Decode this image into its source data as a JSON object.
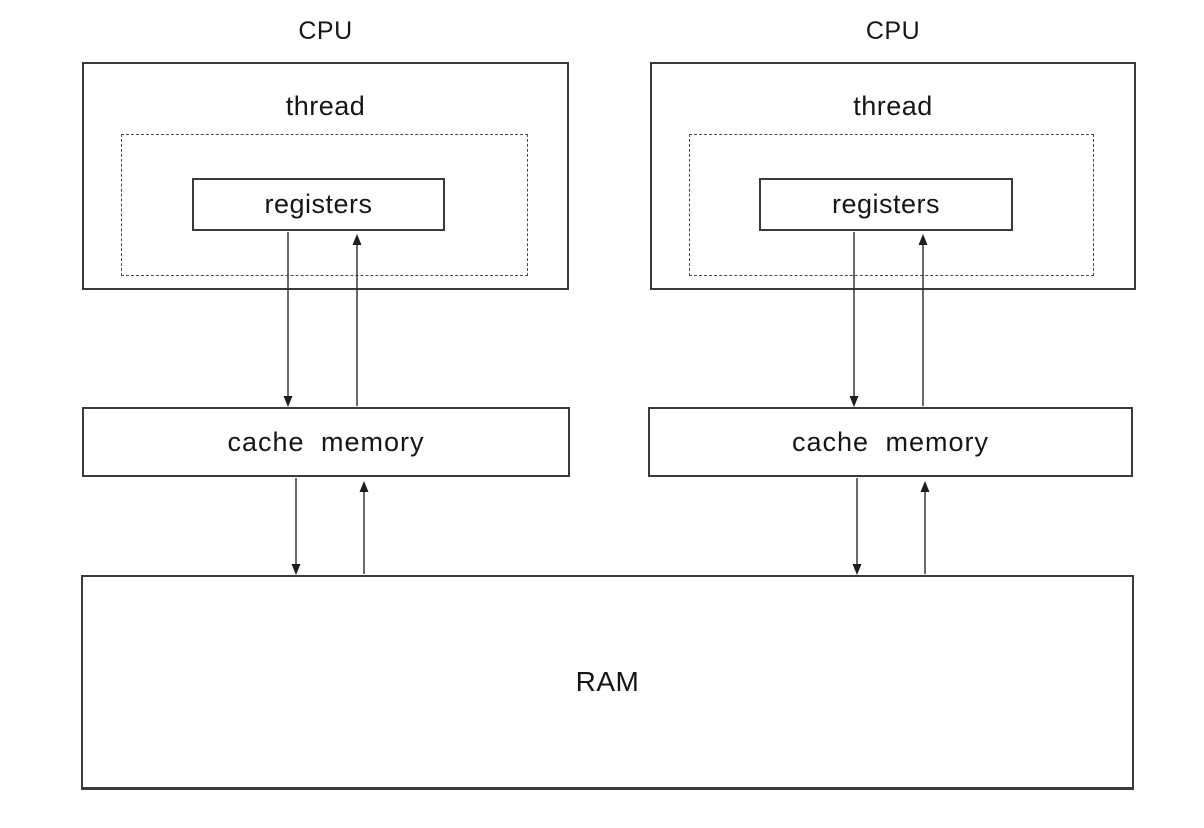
{
  "diagram": {
    "title_implied": "Two CPUs with per-CPU cache sharing one RAM",
    "colors": {
      "background": "#ffffff",
      "line": "#3a3a3a",
      "text": "#161616"
    },
    "cpus": [
      {
        "label": "CPU",
        "thread_label": "thread",
        "registers_label": "registers",
        "cache_label": "cache memory"
      },
      {
        "label": "CPU",
        "thread_label": "thread",
        "registers_label": "registers",
        "cache_label": "cache memory"
      }
    ],
    "ram_label": "RAM",
    "connections": [
      {
        "from": "registers (CPU 1)",
        "to": "cache memory (CPU 1)",
        "type": "bidirectional"
      },
      {
        "from": "registers (CPU 2)",
        "to": "cache memory (CPU 2)",
        "type": "bidirectional"
      },
      {
        "from": "cache memory (CPU 1)",
        "to": "RAM",
        "type": "bidirectional"
      },
      {
        "from": "cache memory (CPU 2)",
        "to": "RAM",
        "type": "bidirectional"
      }
    ]
  }
}
